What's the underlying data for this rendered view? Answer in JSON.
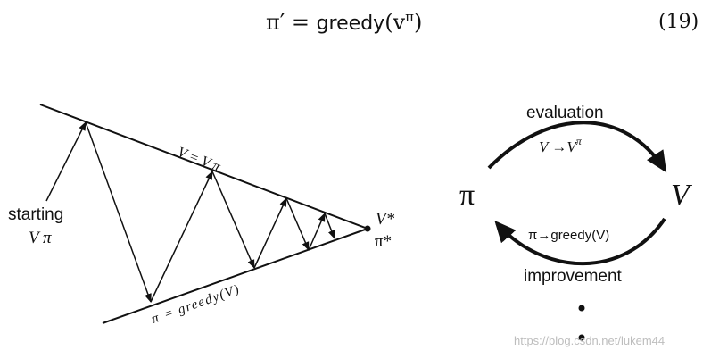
{
  "equation": {
    "lhs": "π′ = ",
    "fn": "greedy",
    "arg_open": "(v",
    "arg_sup": "π",
    "arg_close": ")",
    "number": "(19)"
  },
  "left_diagram": {
    "top_line_label": "V = V π",
    "bottom_line_label": "π = greedy(V)",
    "start_label_line1": "starting",
    "start_label_line2": "V  π",
    "end_label_v": "V*",
    "end_label_pi": "π*"
  },
  "right_diagram": {
    "evaluation_label": "evaluation",
    "evaluation_expr": "V →V",
    "evaluation_expr_sup": "π",
    "pi_symbol": "π",
    "v_symbol": "V",
    "improvement_expr": "π→greedy(V)",
    "improvement_label": "improvement"
  },
  "watermark": "https://blog.csdn.net/lukem44"
}
